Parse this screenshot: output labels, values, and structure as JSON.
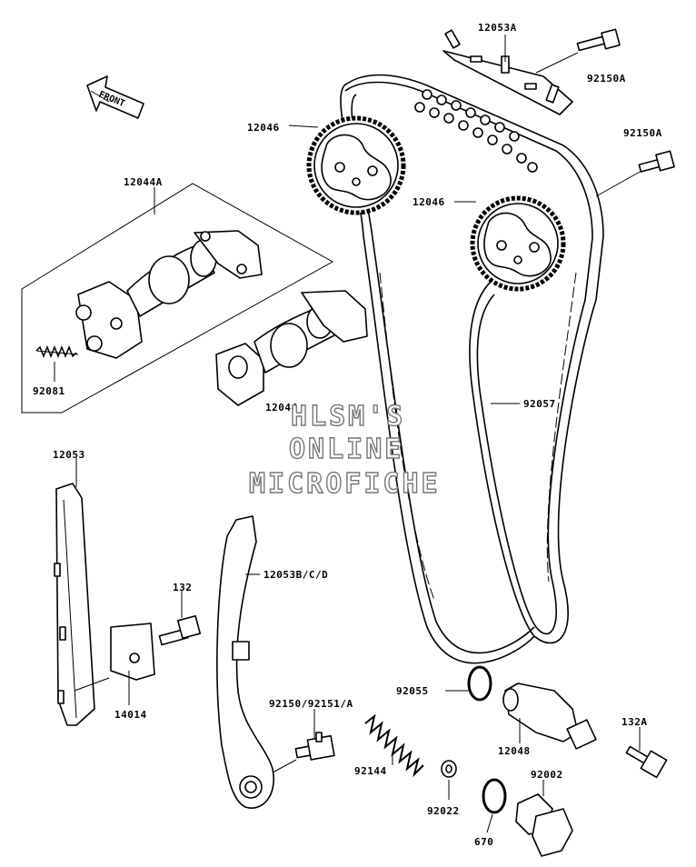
{
  "parts": {
    "p12053A": "12053A",
    "p92150A_top": "92150A",
    "p92150A_mid": "92150A",
    "p12046_top": "12046",
    "p12046_mid": "12046",
    "p12044A": "12044A",
    "p92081": "92081",
    "p12044": "12044",
    "p92057": "92057",
    "p12053": "12053",
    "p132": "132",
    "p14014": "14014",
    "p12053BCD": "12053B/C/D",
    "p92055": "92055",
    "p12048": "12048",
    "p132A": "132A",
    "p92150_92151": "92150/92151/A",
    "p92144": "92144",
    "p92002": "92002",
    "p92022": "92022",
    "p670": "670"
  },
  "front_arrow": "FRONT",
  "watermark": {
    "line1": "HLSM'S",
    "line2": "ONLINE",
    "line3": "MICROFICHE"
  }
}
